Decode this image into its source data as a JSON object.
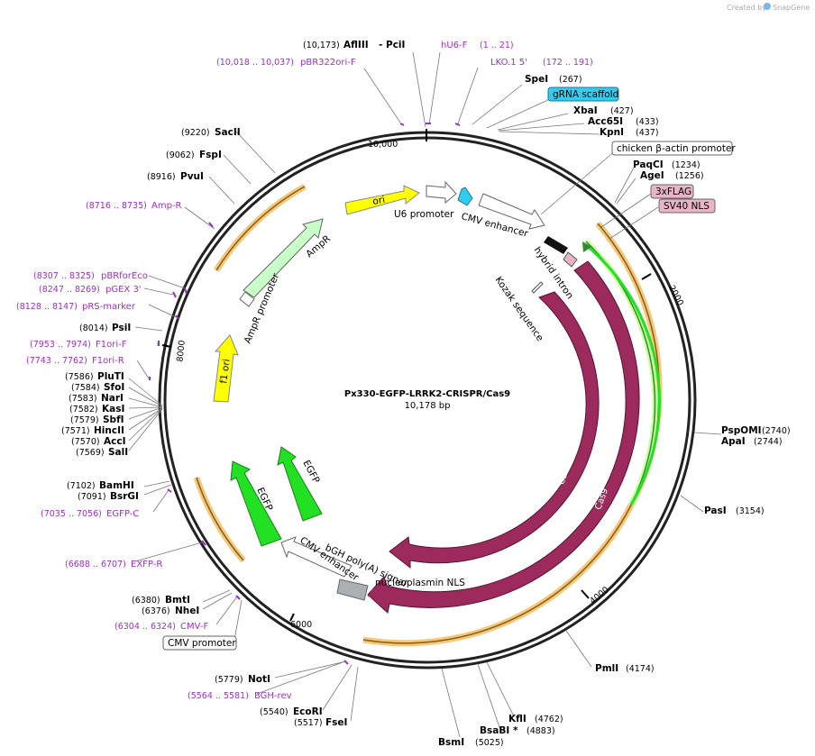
{
  "credit": {
    "created_by": "Created by",
    "brand": "SnapGene"
  },
  "map": {
    "name": "Px330-EGFP-LRRK2-CRISPR/Cas9",
    "length": "10,178 bp"
  },
  "ticks": [
    "10,000",
    "2000",
    "4000",
    "6000",
    "8000"
  ],
  "colors": {
    "primer": "#9b30c8",
    "cas9": "#9c2a5c",
    "green": "#22e022",
    "yellow": "#ffff00",
    "light_green": "#c8ffc8",
    "cyan": "#33ccee",
    "pink": "#e8b4c8",
    "orange_halo": "#f5c878",
    "arc_brown": "#8a5a1e"
  },
  "enzymes": [
    {
      "id": "afliii",
      "pos": "(10,173)",
      "name": "AflIII",
      "extra": "-  PciI"
    },
    {
      "id": "spei",
      "pos": "(267)",
      "name": "SpeI"
    },
    {
      "id": "xbai",
      "pos": "(427)",
      "name": "XbaI"
    },
    {
      "id": "acc65i",
      "pos": "(433)",
      "name": "Acc65I"
    },
    {
      "id": "kpni",
      "pos": "(437)",
      "name": "KpnI"
    },
    {
      "id": "paqci",
      "pos": "(1234)",
      "name": "PaqCI"
    },
    {
      "id": "agei",
      "pos": "(1256)",
      "name": "AgeI"
    },
    {
      "id": "pspomi",
      "pos": "(2740)",
      "name": "PspOMI"
    },
    {
      "id": "apai",
      "pos": "(2744)",
      "name": "ApaI"
    },
    {
      "id": "pasi",
      "pos": "(3154)",
      "name": "PasI"
    },
    {
      "id": "pmli",
      "pos": "(4174)",
      "name": "PmlI"
    },
    {
      "id": "kfli",
      "pos": "(4762)",
      "name": "KflI"
    },
    {
      "id": "bsabi",
      "pos": "(4883)",
      "name": "BsaBI",
      "extra": "*"
    },
    {
      "id": "bsmi",
      "pos": "(5025)",
      "name": "BsmI"
    },
    {
      "id": "fsei",
      "pos": "(5517)",
      "name": "FseI"
    },
    {
      "id": "ecori",
      "pos": "(5540)",
      "name": "EcoRI"
    },
    {
      "id": "noti",
      "pos": "(5779)",
      "name": "NotI"
    },
    {
      "id": "nhei",
      "pos": "(6376)",
      "name": "NheI"
    },
    {
      "id": "bmti",
      "pos": "(6380)",
      "name": "BmtI"
    },
    {
      "id": "bsrgi",
      "pos": "(7091)",
      "name": "BsrGI"
    },
    {
      "id": "bamhi",
      "pos": "(7102)",
      "name": "BamHI"
    },
    {
      "id": "sali",
      "pos": "(7569)",
      "name": "SalI"
    },
    {
      "id": "acci",
      "pos": "(7570)",
      "name": "AccI"
    },
    {
      "id": "hincii",
      "pos": "(7571)",
      "name": "HincII"
    },
    {
      "id": "sbfi",
      "pos": "(7579)",
      "name": "SbfI"
    },
    {
      "id": "kasi",
      "pos": "(7582)",
      "name": "KasI"
    },
    {
      "id": "nari",
      "pos": "(7583)",
      "name": "NarI"
    },
    {
      "id": "sfoi",
      "pos": "(7584)",
      "name": "SfoI"
    },
    {
      "id": "pluti",
      "pos": "(7586)",
      "name": "PluTI"
    },
    {
      "id": "psii",
      "pos": "(8014)",
      "name": "PsiI"
    },
    {
      "id": "pvui",
      "pos": "(8916)",
      "name": "PvuI"
    },
    {
      "id": "fspi",
      "pos": "(9062)",
      "name": "FspI"
    },
    {
      "id": "sacii",
      "pos": "(9220)",
      "name": "SacII"
    }
  ],
  "primers": [
    {
      "id": "hu6f",
      "range": "(1 .. 21)",
      "name": "hU6-F"
    },
    {
      "id": "lko1",
      "range": "(172 .. 191)",
      "name": "LKO.1 5'"
    },
    {
      "id": "pbr322",
      "range": "(10,018 .. 10,037)",
      "name": "pBR322ori-F"
    },
    {
      "id": "ampr",
      "range": "(8716 .. 8735)",
      "name": "Amp-R"
    },
    {
      "id": "pbrforeco",
      "range": "(8307 .. 8325)",
      "name": "pBRforEco"
    },
    {
      "id": "pgex3",
      "range": "(8247 .. 8269)",
      "name": "pGEX 3'"
    },
    {
      "id": "prsmarker",
      "range": "(8128 .. 8147)",
      "name": "pRS-marker"
    },
    {
      "id": "f1orif",
      "range": "(7953 .. 7974)",
      "name": "F1ori-F"
    },
    {
      "id": "f1orir",
      "range": "(7743 .. 7762)",
      "name": "F1ori-R"
    },
    {
      "id": "egfpc",
      "range": "(7035 .. 7056)",
      "name": "EGFP-C"
    },
    {
      "id": "exfpr",
      "range": "(6688 .. 6707)",
      "name": "EXFP-R"
    },
    {
      "id": "cmvf",
      "range": "(6304 .. 6324)",
      "name": "CMV-F"
    },
    {
      "id": "bghrev",
      "range": "(5564 .. 5581)",
      "name": "BGH-rev"
    }
  ],
  "boxed_features": [
    {
      "id": "grna",
      "name": "gRNA scaffold",
      "color": "#33ccee"
    },
    {
      "id": "chicken",
      "name": "chicken β-actin promoter",
      "color": "#ffffff"
    },
    {
      "id": "flag",
      "name": "3xFLAG",
      "color": "#e8b4c8"
    },
    {
      "id": "sv40",
      "name": "SV40 NLS",
      "color": "#e8b4c8"
    },
    {
      "id": "cmvprom",
      "name": "CMV promoter",
      "color": "#ffffff"
    }
  ],
  "features": {
    "ori": "ori",
    "u6": "U6 promoter",
    "cmv_enh_top": "CMV enhancer",
    "hybrid": "hybrid intron",
    "kozak": "Kozak sequence",
    "cas9_inner": "Cas9",
    "cas9_outer": "Cas9",
    "ampr": "AmpR",
    "ampr_prom": "AmpR promoter",
    "f1ori": "f1 ori",
    "egfp1": "EGFP",
    "egfp2": "EGFP",
    "cmv_enh_bottom": "CMV enhancer",
    "bgh": "bGH poly(A) signal",
    "nucleo": "nucleoplasmin NLS"
  }
}
